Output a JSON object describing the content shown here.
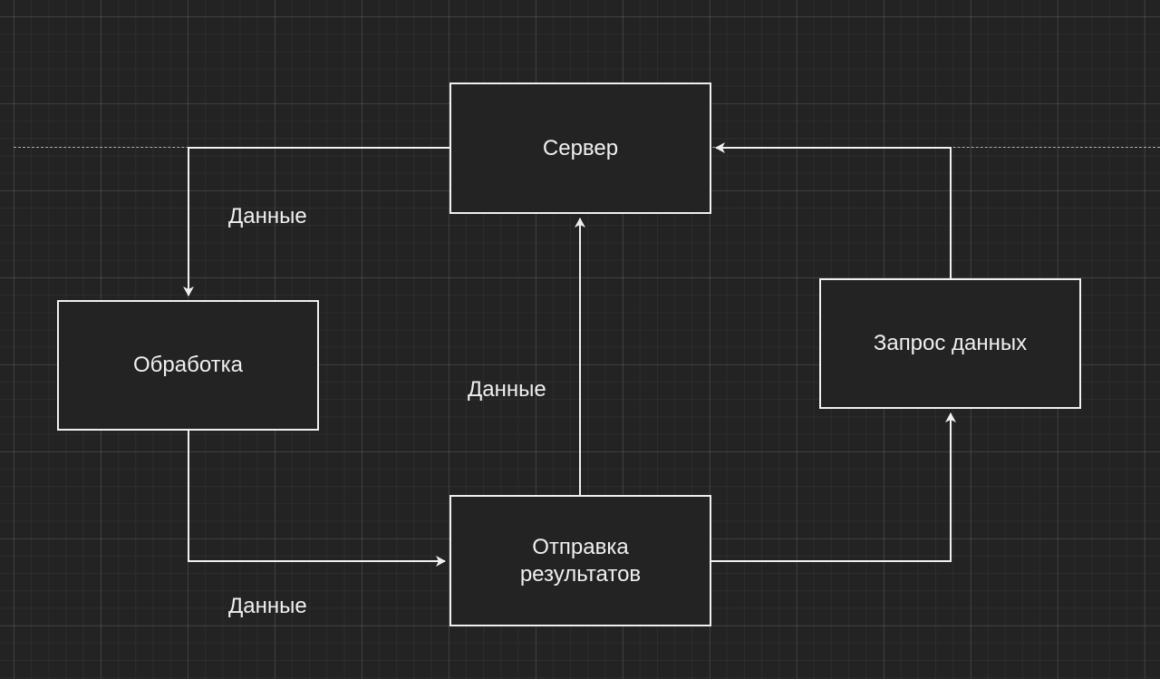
{
  "diagram": {
    "nodes": {
      "server": {
        "label": "Сервер"
      },
      "process": {
        "label": "Обработка"
      },
      "request": {
        "label": "Запрос данных"
      },
      "send": {
        "line1": "Отправка",
        "line2": "результатов"
      }
    },
    "edges": [
      {
        "from": "server",
        "to": "process",
        "label": "Данные"
      },
      {
        "from": "send",
        "to": "server",
        "label": "Данные"
      },
      {
        "from": "process",
        "to": "send",
        "label": "Данные"
      },
      {
        "from": "send",
        "to": "request",
        "label": ""
      },
      {
        "from": "request",
        "to": "server",
        "label": ""
      }
    ]
  },
  "colors": {
    "background": "#232323",
    "stroke": "#f0f0f0",
    "text": "#f0f0f0"
  }
}
